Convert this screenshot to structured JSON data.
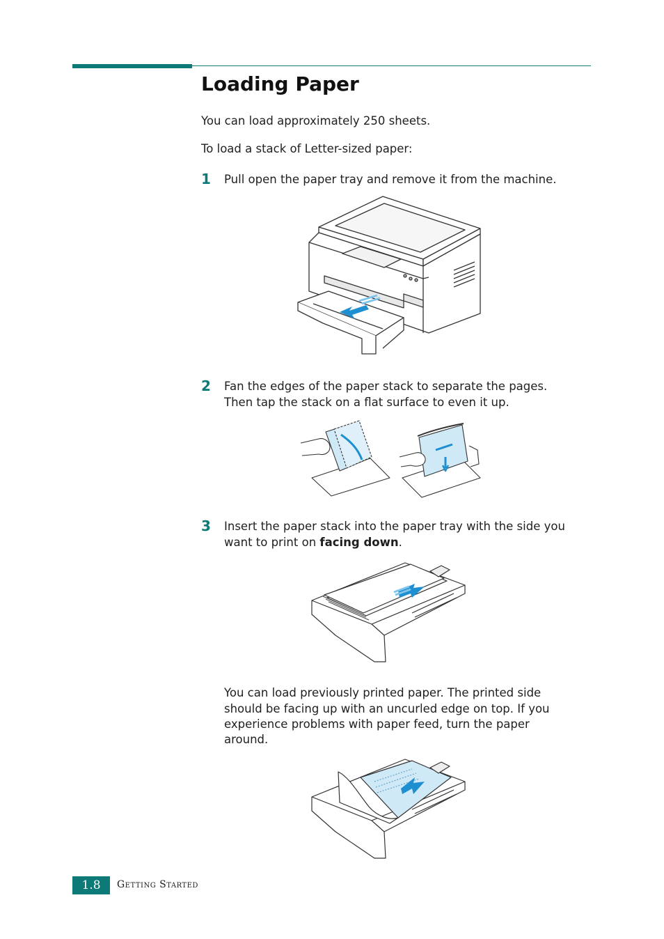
{
  "heading": "Loading Paper",
  "intro": [
    "You can load approximately 250 sheets.",
    "To load a stack of Letter-sized paper:"
  ],
  "steps": [
    {
      "num": "1",
      "text": "Pull open the paper tray and remove it from the machine."
    },
    {
      "num": "2",
      "line1": "Fan the edges of the paper stack to separate the pages.",
      "line2": "Then tap the stack on a flat surface to even it up."
    },
    {
      "num": "3",
      "line1": "Insert the paper stack into the paper tray with the side you",
      "line2_pre": "want to print on ",
      "line2_bold": "facing down",
      "line2_post": "."
    }
  ],
  "note": {
    "lines": [
      "You can load previously printed paper. The printed side",
      "should be facing up with an uncurled edge on top. If you",
      "experience problems with paper feed, turn the paper",
      "around."
    ]
  },
  "footer": {
    "page": "1.8",
    "section": "Getting Started"
  },
  "colors": {
    "accent": "#0e7a78",
    "illustration_blue": "#cfe9f7",
    "arrow_blue": "#1e8fd0"
  }
}
